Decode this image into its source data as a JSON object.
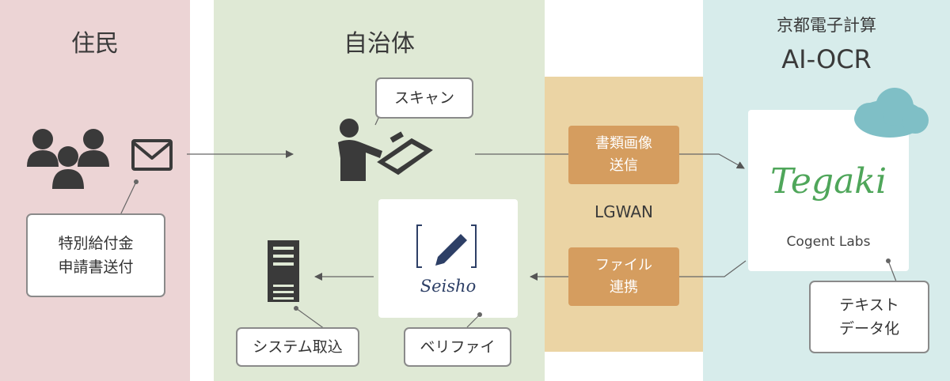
{
  "resident": {
    "title": "住民",
    "label": "特別給付金\n申請書送付"
  },
  "municipality": {
    "title": "自治体",
    "scan_label": "スキャン",
    "system_label": "システム取込",
    "verify_label": "ベリファイ",
    "seisho_logo": "Seisho"
  },
  "lgwan": {
    "label": "LGWAN",
    "send_label": "書類画像\n送信",
    "link_label": "ファイル\n連携"
  },
  "kyoto": {
    "company": "京都電子計算",
    "product": "AI-OCR",
    "tegaki_logo": "Tegaki",
    "cogent": "Cogent Labs",
    "text_data_label": "テキスト\nデータ化"
  },
  "colors": {
    "resident_bg": "#ecd4d5",
    "municipality_bg": "#dfe9d5",
    "lgwan_bg": "#ebd4a4",
    "kyoto_bg": "#d7eceb",
    "orange": "#d59d5f",
    "cloud": "#7fbfc6",
    "tegaki_green": "#4fa65a",
    "icon_dark": "#3a3a3a"
  }
}
